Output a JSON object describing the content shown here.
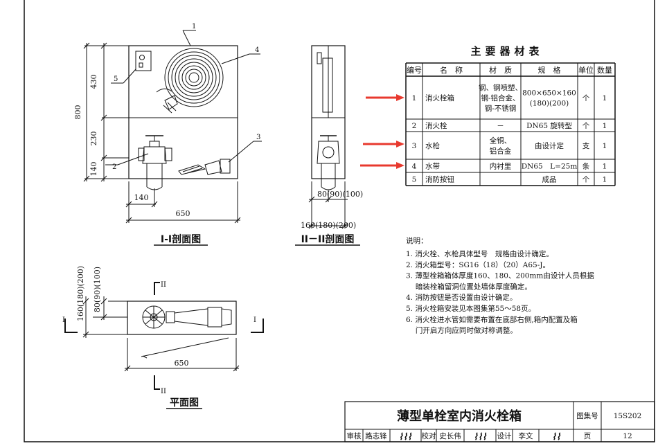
{
  "colors": {
    "line": "#111111",
    "arrow": "#e8392e"
  },
  "views": {
    "section1": {
      "title": "I-I剖面图",
      "dims": {
        "height": "800",
        "top": "430",
        "mid": "230",
        "bot": "140",
        "width": "650",
        "offset": "140"
      },
      "callouts": [
        "1",
        "2",
        "3",
        "4",
        "5"
      ]
    },
    "section2": {
      "title": "II－II剖面图",
      "dim_inner": "80(90)(100)",
      "dim_outer": "160(180)(200)"
    },
    "plan": {
      "title": "平面图",
      "marker_top": "II",
      "marker_bottom": "II",
      "marker_left": "I",
      "marker_right": "I",
      "dim_width": "650",
      "dim_outer": "160(180)(200)",
      "dim_inner": "80(90)(100)"
    }
  },
  "materials": {
    "title": "主要器材表",
    "headers": [
      "编号",
      "名　称",
      "材　质",
      "规　格",
      "单位",
      "数量"
    ],
    "rows": [
      {
        "no": "1",
        "name": "消火栓箱",
        "material": [
          "钢、钢喷塑、",
          "钢-铝合金、",
          "钢-不锈钢"
        ],
        "spec": [
          "800×650×160",
          "(180)(200)"
        ],
        "unit": "个",
        "qty": "1"
      },
      {
        "no": "2",
        "name": "消火栓",
        "material": [
          "－"
        ],
        "spec": [
          "DN65 旋转型"
        ],
        "unit": "个",
        "qty": "1"
      },
      {
        "no": "3",
        "name": "水枪",
        "material": [
          "全铜、",
          "铝合金"
        ],
        "spec": [
          "由设计定"
        ],
        "unit": "支",
        "qty": "1"
      },
      {
        "no": "4",
        "name": "水带",
        "material": [
          "内衬里"
        ],
        "spec": [
          "DN65　L=25m"
        ],
        "unit": "条",
        "qty": "1"
      },
      {
        "no": "5",
        "name": "消防按钮",
        "material": [
          ""
        ],
        "spec": [
          "成品"
        ],
        "unit": "个",
        "qty": "1"
      }
    ]
  },
  "notes": {
    "heading": "说明：",
    "items": [
      "1. 消火栓、水枪具体型号　规格由设计确定。",
      "2. 消火箱型号：SG16（18）（20）A65-J。",
      "3. 薄型栓箱箱体厚度160、180、200mm由设计人员根据",
      "　 暗装栓箱留洞位置处墙体厚度确定。",
      "4. 消防按钮是否设置由设计确定。",
      "5. 消火栓箱安装见本图集第55～58页。",
      "6. 消火栓进水管如需要布置在底部右侧,箱内配置及箱",
      "　 门开启方向应同时做对称调整。"
    ]
  },
  "titleblock": {
    "title": "薄型单栓室内消火栓箱",
    "atlas_label": "图集号",
    "atlas_no": "15S202",
    "page_label": "页",
    "page_no": "12",
    "review_label": "审核",
    "review_name": "路志锋",
    "check_label": "校对",
    "check_name": "史长伟",
    "design_label": "设计",
    "design_name": "李文"
  }
}
